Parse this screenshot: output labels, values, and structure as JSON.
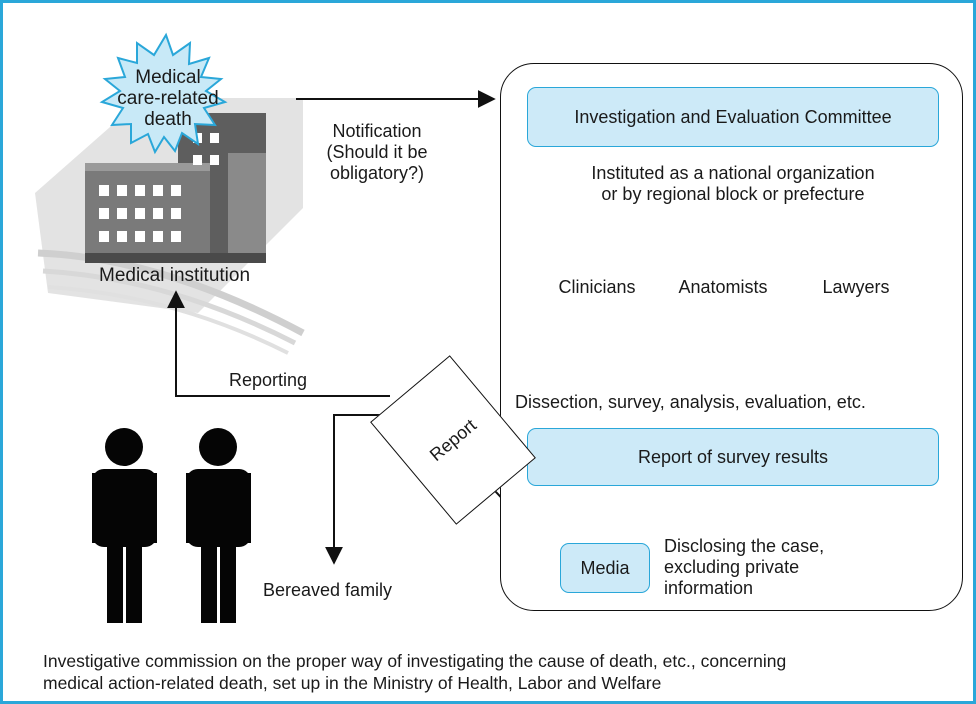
{
  "event": {
    "label": "Medical care-related death",
    "lines": [
      "Medical",
      "care-related",
      "death"
    ]
  },
  "institution": {
    "label": "Medical institution"
  },
  "notification": {
    "label": "Notification",
    "question_lines": [
      "(Should it be",
      "obligatory?)"
    ]
  },
  "committee": {
    "title": "Investigation and Evaluation Committee",
    "constitution_lines": [
      "Instituted as a national organization",
      "or by regional block or prefecture"
    ],
    "members": [
      "Clinicians",
      "Anatomists",
      "Lawyers"
    ],
    "activities": "Dissection, survey, analysis, evaluation, etc.",
    "results": "Report of survey results"
  },
  "report_document": {
    "label": "Report"
  },
  "flows": {
    "reporting": "Reporting"
  },
  "family": {
    "label": "Bereaved family"
  },
  "media": {
    "label": "Media",
    "note_lines": [
      "Disclosing the case,",
      "excluding private",
      "information"
    ]
  },
  "caption_lines": [
    "Investigative commission on the proper way of investigating the cause of death, etc., concerning",
    "medical action-related death, set up in the Ministry of Health, Labor and Welfare"
  ],
  "colors": {
    "border": "#2aa7d9",
    "box_fill": "#cdeaf8",
    "silhouette_gray": "#c4c4c4",
    "building_gray": "#7a7a7a",
    "family_black": "#050505"
  }
}
